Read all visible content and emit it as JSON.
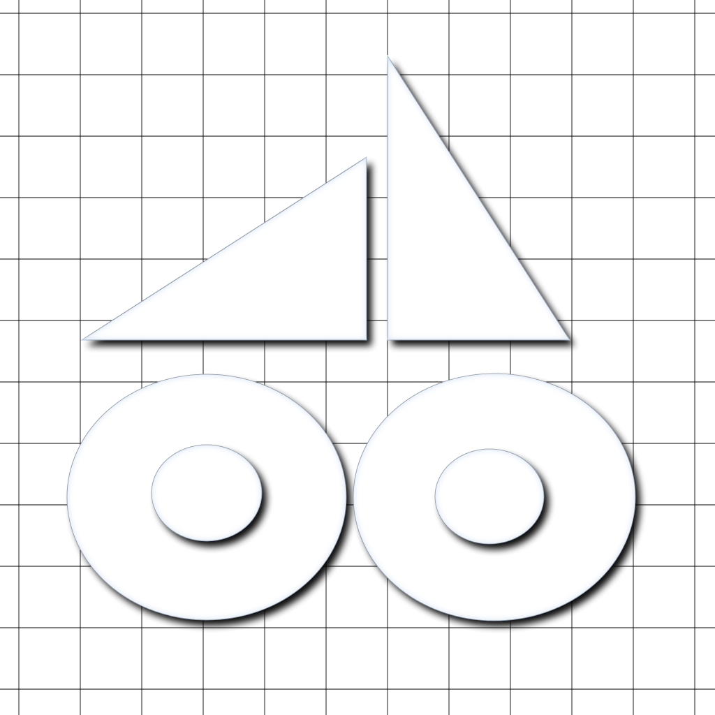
{
  "canvas": {
    "background": "#ffffff",
    "grid_line_color": "#000000",
    "shape_fill": "#ffffff",
    "shape_outline": "#2a2a2a",
    "inner_glow": "#c9dcf2",
    "shadow_color": "#000000"
  },
  "grid": {
    "visible": true,
    "columns": 12,
    "rows": 12
  },
  "shapes": [
    {
      "id": "left-right-triangle",
      "kind": "right-triangle",
      "right_angle": "bottom-right"
    },
    {
      "id": "right-right-triangle",
      "kind": "right-triangle",
      "right_angle": "bottom-left"
    },
    {
      "id": "left-wheel",
      "kind": "ring"
    },
    {
      "id": "right-wheel",
      "kind": "ring"
    }
  ]
}
